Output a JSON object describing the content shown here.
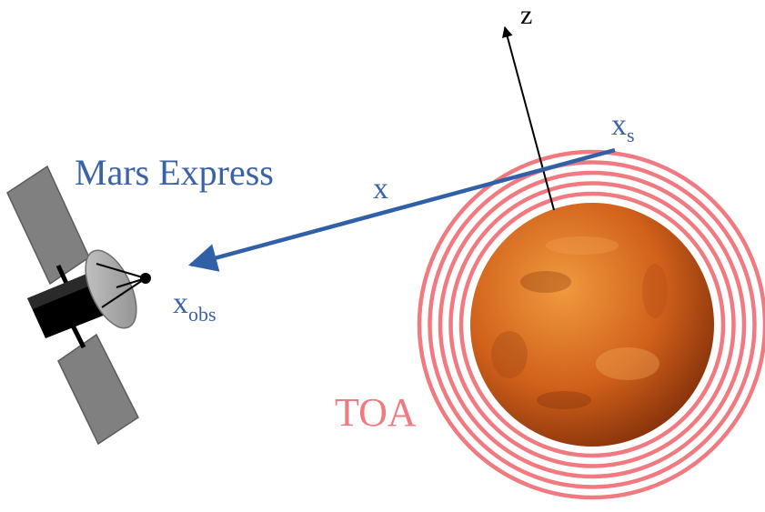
{
  "labels": {
    "spacecraft": "Mars Express",
    "ray": "x",
    "source_base": "x",
    "source_sub": "s",
    "observer_base": "x",
    "observer_sub": "obs",
    "axis": "z",
    "toa": "TOA"
  },
  "colors": {
    "label_blue": "#3a62a8",
    "ray_blue": "#3060a8",
    "toa_red": "#f07a80",
    "ring_red": "#f07a80",
    "axis_black": "#000000",
    "planet_light": "#f09a3e",
    "planet_mid": "#d0601a",
    "planet_dark": "#7a2a08",
    "panel_gray": "#808080",
    "dish_gray": "#a6a6a6",
    "bus_black": "#000000"
  },
  "atmosphere_ring_count": 5,
  "icons": {
    "spacecraft": "satellite-icon",
    "planet": "mars-planet-icon"
  }
}
